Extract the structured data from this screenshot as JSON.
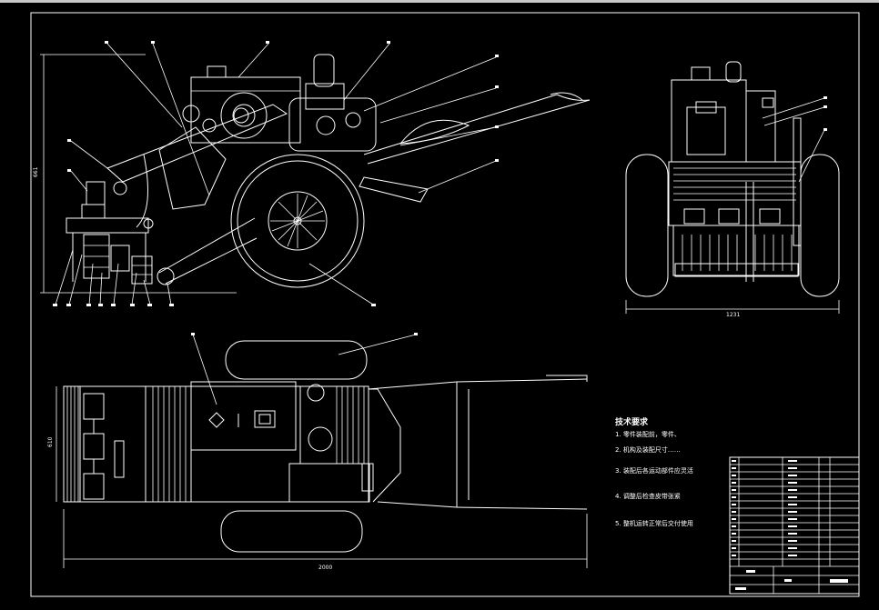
{
  "drawing": {
    "title": "",
    "views": [
      "side-view",
      "rear-view",
      "top-view"
    ]
  },
  "dimensions": {
    "side_height": "661",
    "rear_width": "1231",
    "top_width": "610",
    "top_length": "2000"
  },
  "tech_requirements": {
    "title": "技术要求",
    "lines": [
      "1. 零件装配前，零件、",
      "2. 机构及装配尺寸……",
      "3. 装配后各运动部件应灵活",
      "4. 调整后检查皮带张紧",
      "5. 整机运转正常后交付使用"
    ]
  },
  "colors": {
    "background": "#000000",
    "lines": "#ffffff",
    "strip": "#c8c8c8"
  }
}
